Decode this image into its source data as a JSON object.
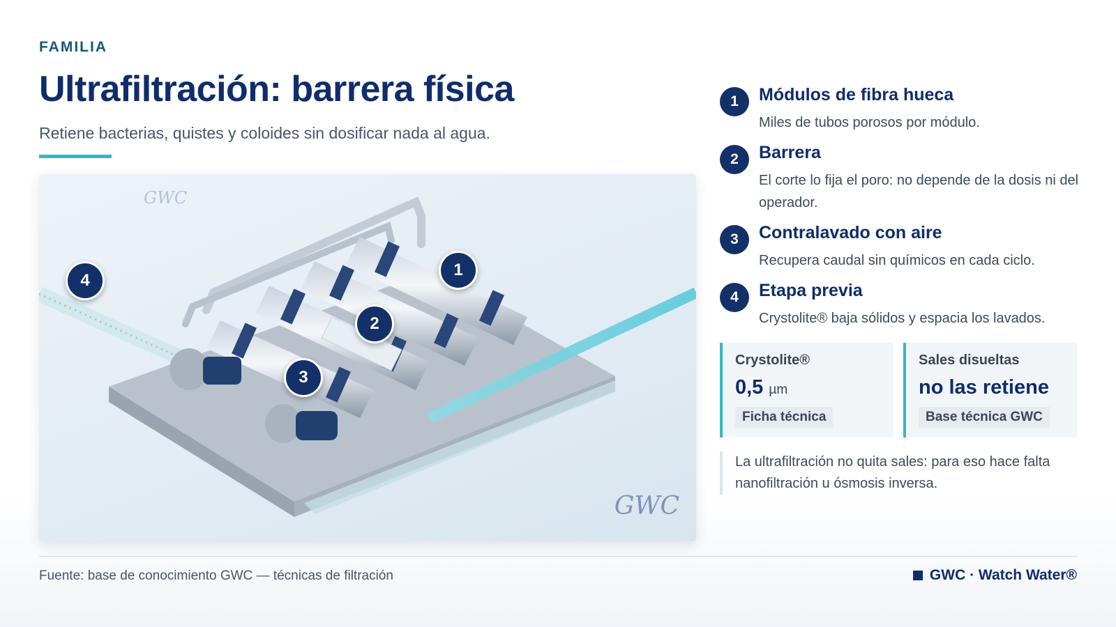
{
  "header": {
    "eyebrow": "FAMILIA",
    "title": "Ultrafiltración: barrera física",
    "subtitle": "Retiene bacterias, quistes y coloides sin dosificar nada al agua."
  },
  "figure": {
    "watermark": "GWC",
    "badges": [
      "1",
      "2",
      "3",
      "4"
    ]
  },
  "steps": [
    {
      "num": "1",
      "title": "Módulos de fibra hueca",
      "desc": "Miles de tubos porosos por módulo."
    },
    {
      "num": "2",
      "title": "Barrera",
      "desc": "El corte lo fija el poro: no depende de la dosis ni del operador."
    },
    {
      "num": "3",
      "title": "Contralavado con aire",
      "desc": "Recupera caudal sin químicos en cada ciclo."
    },
    {
      "num": "4",
      "title": "Etapa previa",
      "desc": "Crystolite® baja sólidos y espacia los lavados."
    }
  ],
  "stats": [
    {
      "label": "Crystolite®",
      "value": "0,5",
      "unit": "µm",
      "tag": "Ficha técnica"
    },
    {
      "label": "Sales disueltas",
      "value": "no las retiene",
      "unit": "",
      "tag": "Base técnica GWC"
    }
  ],
  "note": "La ultrafiltración no quita sales: para eso hace falta nanofiltración u ósmosis inversa.",
  "footer": {
    "source": "Fuente: base de conocimiento GWC — técnicas de filtración",
    "brand": "GWC · Watch Water®"
  },
  "colors": {
    "navy": "#0f2d6b",
    "teal": "#38b6c8",
    "badge": "#143069"
  }
}
